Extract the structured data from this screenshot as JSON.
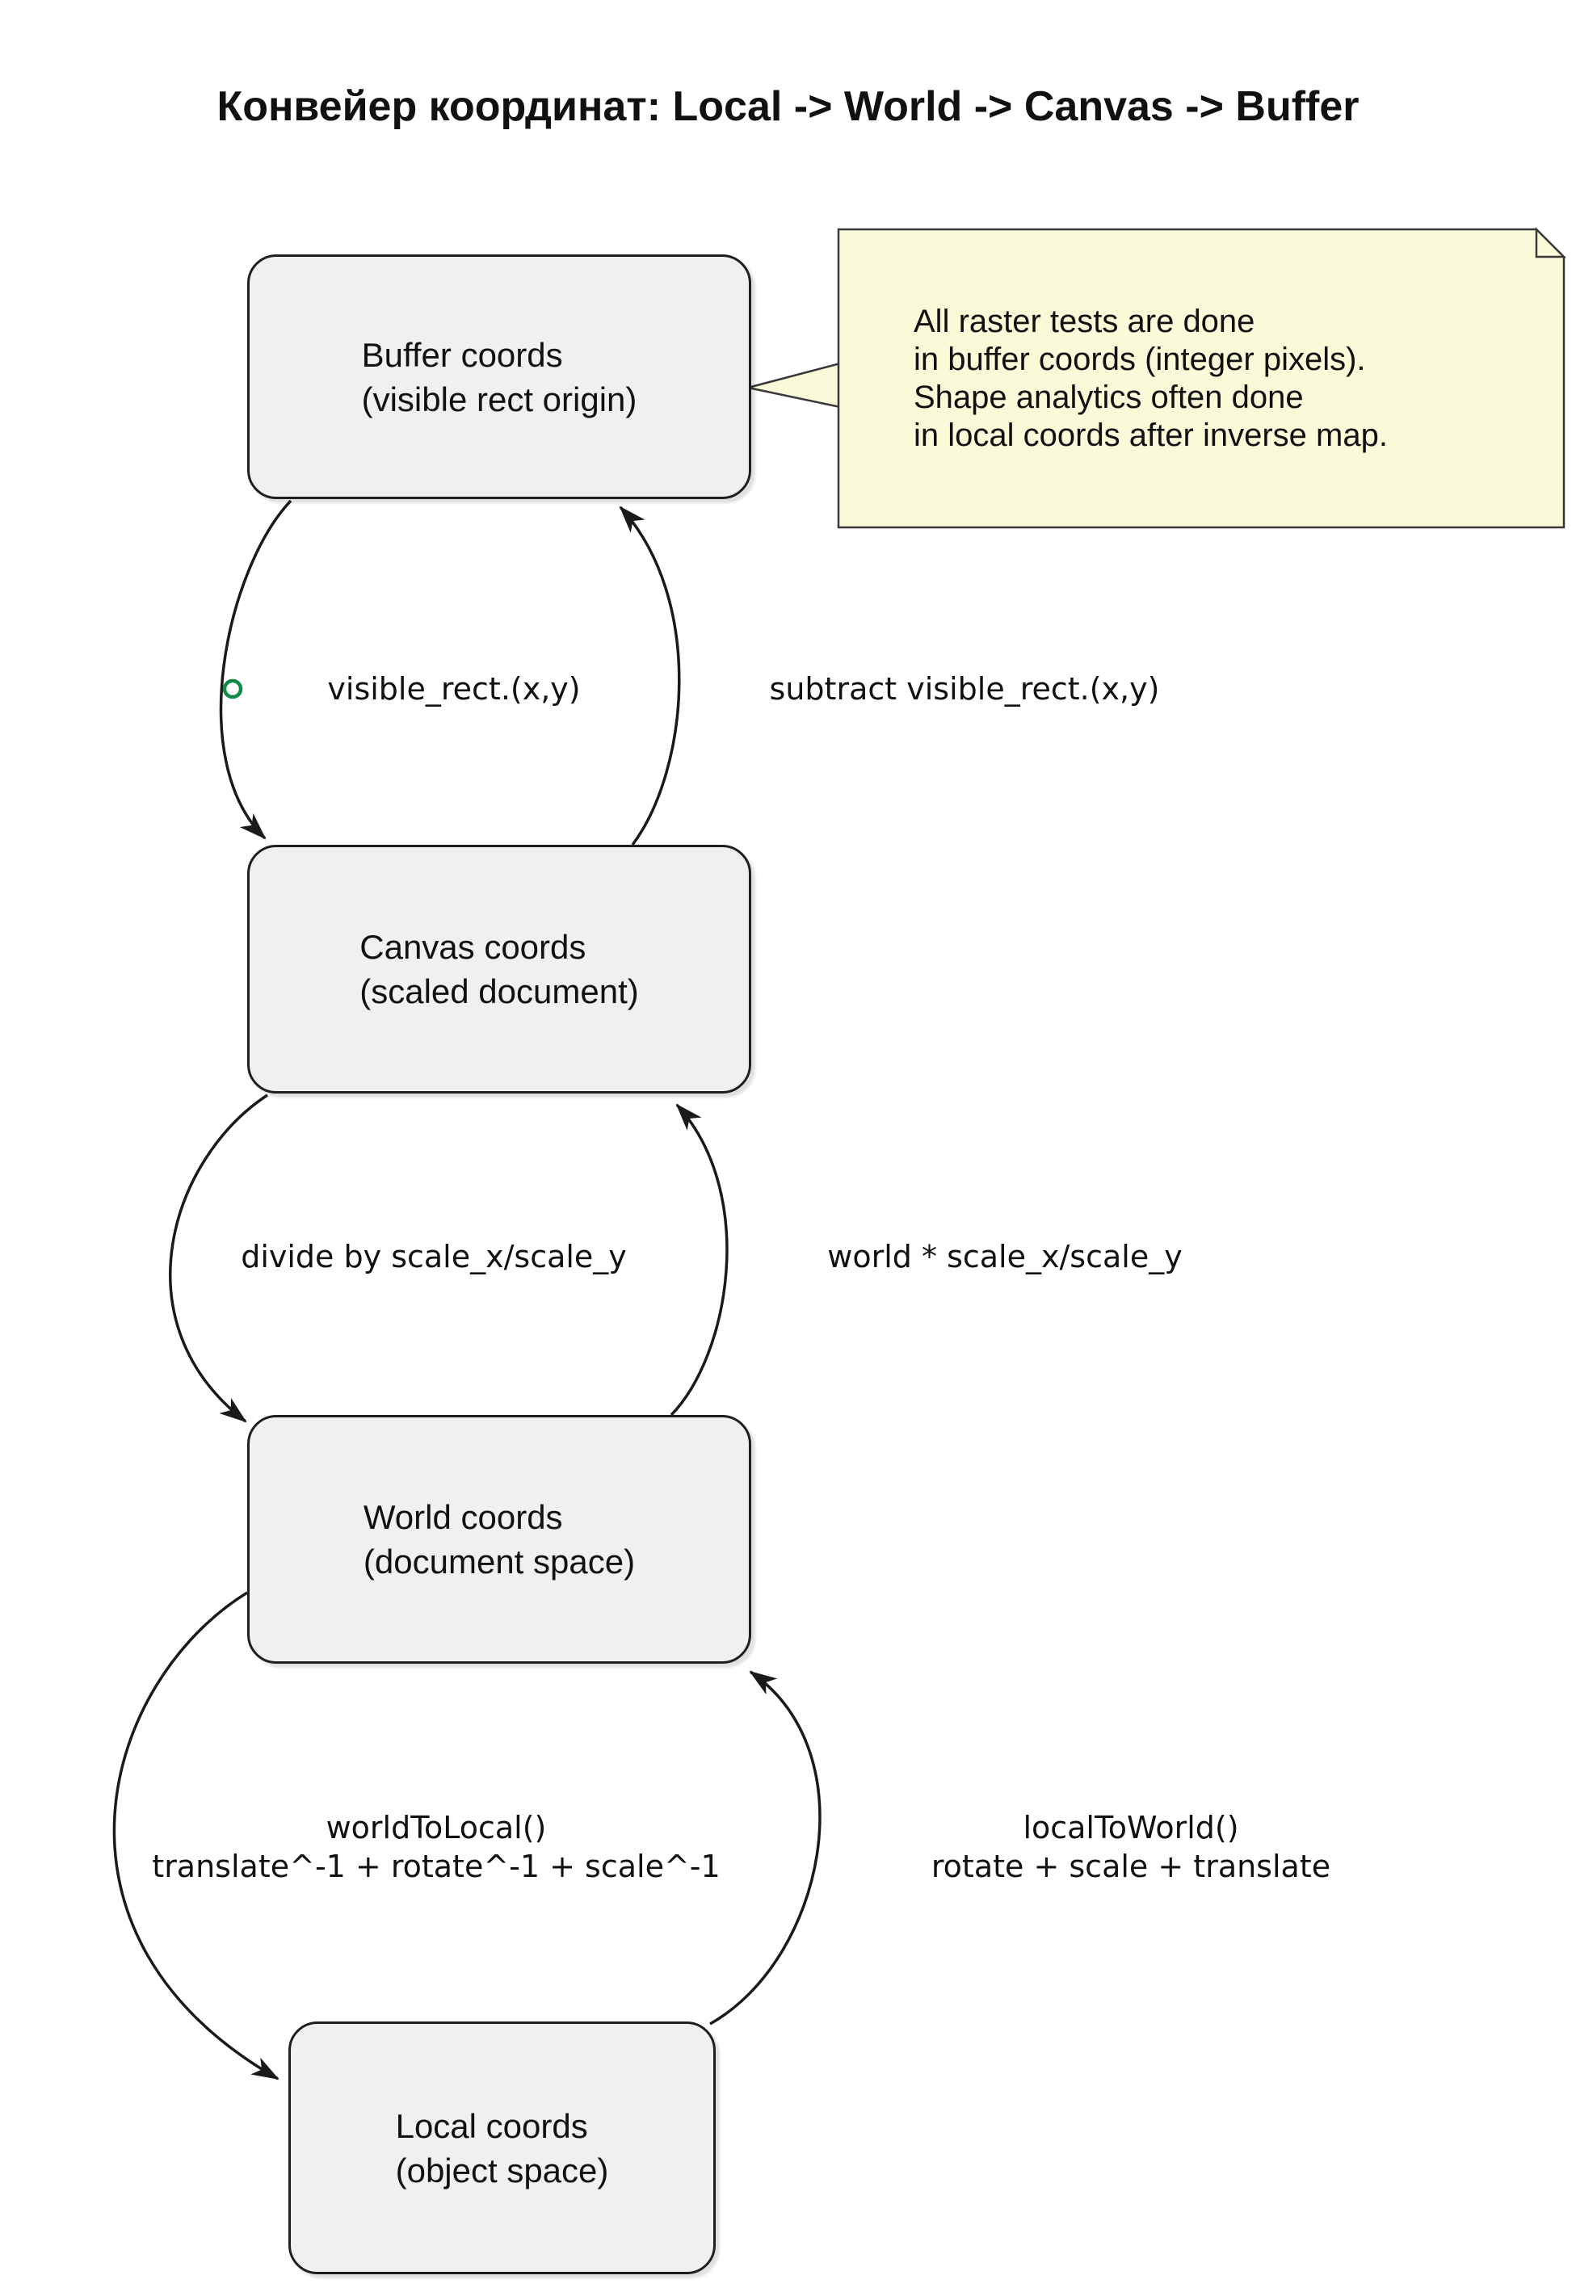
{
  "title": "Конвейер координат: Local -> World -> Canvas -> Buffer",
  "colors": {
    "background": "#ffffff",
    "text": "#111111",
    "edge": "#1a1a1a",
    "node_fill": "#f0f0f0",
    "node_border": "#1f1f1f",
    "note_fill": "#fafad9",
    "note_border": "#383838",
    "circle_green": "#118a48"
  },
  "nodes": {
    "buffer": {
      "line1": "Buffer coords",
      "line2": "(visible rect origin)"
    },
    "canvas": {
      "line1": "Canvas coords",
      "line2": "(scaled document)"
    },
    "world": {
      "line1": "World coords",
      "line2": "(document space)"
    },
    "local": {
      "line1": "Local coords",
      "line2": "(object space)"
    }
  },
  "note": {
    "lines": [
      "All raster tests are done",
      "in buffer coords (integer pixels).",
      "Shape analytics often done",
      "in local coords after inverse map."
    ]
  },
  "edges": {
    "buffer_to_canvas": "visible_rect.(x,y)",
    "canvas_to_buffer": "subtract visible_rect.(x,y)",
    "canvas_to_world": "divide by scale_x/scale_y",
    "world_to_canvas": "world * scale_x/scale_y",
    "world_to_local_line1": "worldToLocal()",
    "world_to_local_line2": "translate^-1 + rotate^-1 + scale^-1",
    "local_to_world_line1": "localToWorld()",
    "local_to_world_line2": "rotate + scale + translate"
  }
}
